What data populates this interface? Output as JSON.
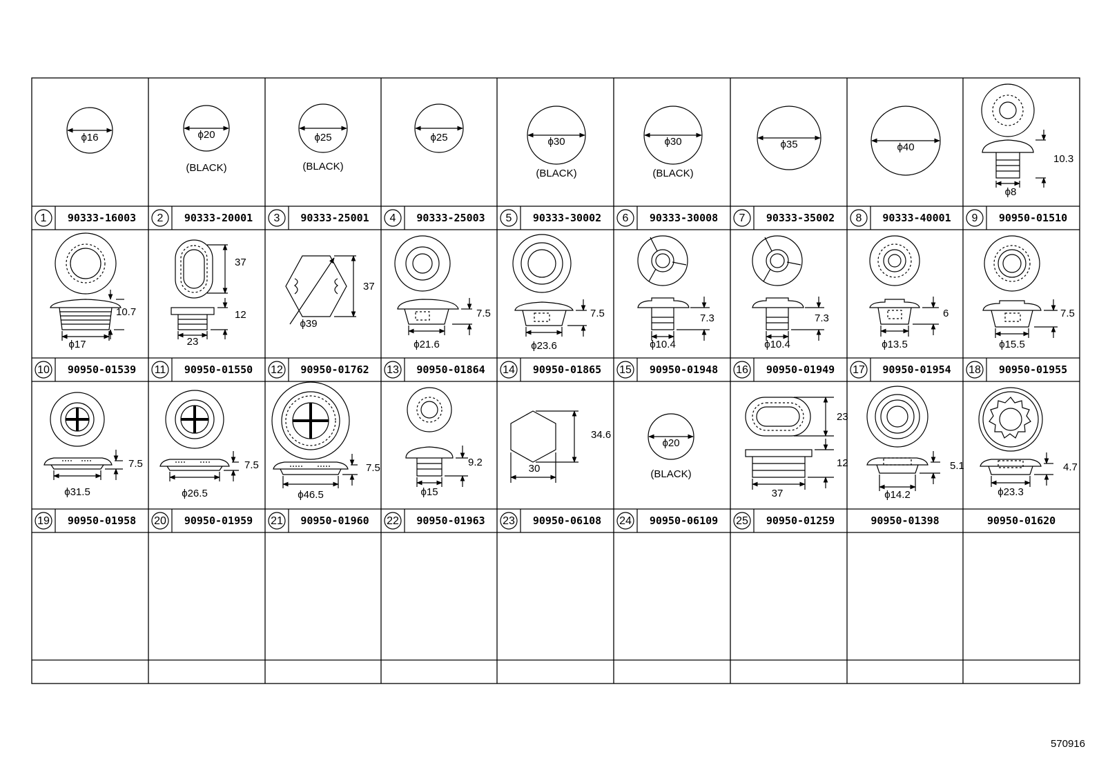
{
  "drawing_id": "570916",
  "rows": [
    {
      "cells": [
        {
          "num": "1",
          "part": "90333-16003",
          "dims": [
            "ϕ16"
          ],
          "note": ""
        },
        {
          "num": "2",
          "part": "90333-20001",
          "dims": [
            "ϕ20"
          ],
          "note": "(BLACK)"
        },
        {
          "num": "3",
          "part": "90333-25001",
          "dims": [
            "ϕ25"
          ],
          "note": "(BLACK)"
        },
        {
          "num": "4",
          "part": "90333-25003",
          "dims": [
            "ϕ25"
          ],
          "note": ""
        },
        {
          "num": "5",
          "part": "90333-30002",
          "dims": [
            "ϕ30"
          ],
          "note": "(BLACK)"
        },
        {
          "num": "6",
          "part": "90333-30008",
          "dims": [
            "ϕ30"
          ],
          "note": "(BLACK)"
        },
        {
          "num": "7",
          "part": "90333-35002",
          "dims": [
            "ϕ35"
          ],
          "note": ""
        },
        {
          "num": "8",
          "part": "90333-40001",
          "dims": [
            "ϕ40"
          ],
          "note": ""
        },
        {
          "num": "9",
          "part": "90950-01510",
          "dims": [
            "10.3",
            "ϕ8"
          ],
          "note": ""
        }
      ]
    },
    {
      "cells": [
        {
          "num": "10",
          "part": "90950-01539",
          "dims": [
            "10.7",
            "ϕ17"
          ],
          "note": ""
        },
        {
          "num": "11",
          "part": "90950-01550",
          "dims": [
            "37",
            "12",
            "23"
          ],
          "note": ""
        },
        {
          "num": "12",
          "part": "90950-01762",
          "dims": [
            "37",
            "ϕ39"
          ],
          "note": ""
        },
        {
          "num": "13",
          "part": "90950-01864",
          "dims": [
            "7.5",
            "ϕ21.6"
          ],
          "note": ""
        },
        {
          "num": "14",
          "part": "90950-01865",
          "dims": [
            "7.5",
            "ϕ23.6"
          ],
          "note": ""
        },
        {
          "num": "15",
          "part": "90950-01948",
          "dims": [
            "7.3",
            "ϕ10.4"
          ],
          "note": ""
        },
        {
          "num": "16",
          "part": "90950-01949",
          "dims": [
            "7.3",
            "ϕ10.4"
          ],
          "note": ""
        },
        {
          "num": "17",
          "part": "90950-01954",
          "dims": [
            "6",
            "ϕ13.5"
          ],
          "note": ""
        },
        {
          "num": "18",
          "part": "90950-01955",
          "dims": [
            "7.5",
            "ϕ15.5"
          ],
          "note": ""
        }
      ]
    },
    {
      "cells": [
        {
          "num": "19",
          "part": "90950-01958",
          "dims": [
            "7.5",
            "ϕ31.5"
          ],
          "note": ""
        },
        {
          "num": "20",
          "part": "90950-01959",
          "dims": [
            "7.5",
            "ϕ26.5"
          ],
          "note": ""
        },
        {
          "num": "21",
          "part": "90950-01960",
          "dims": [
            "7.5",
            "ϕ46.5"
          ],
          "note": ""
        },
        {
          "num": "22",
          "part": "90950-01963",
          "dims": [
            "9.2",
            "ϕ15"
          ],
          "note": ""
        },
        {
          "num": "23",
          "part": "90950-06108",
          "dims": [
            "34.6",
            "30"
          ],
          "note": ""
        },
        {
          "num": "24",
          "part": "90950-06109",
          "dims": [
            "ϕ20"
          ],
          "note": "(BLACK)"
        },
        {
          "num": "25",
          "part": "90950-01259",
          "dims": [
            "23",
            "12",
            "37"
          ],
          "note": ""
        },
        {
          "num": "",
          "part": "90950-01398",
          "dims": [
            "5.1",
            "ϕ14.2"
          ],
          "note": ""
        },
        {
          "num": "",
          "part": "90950-01620",
          "dims": [
            "4.7",
            "ϕ23.3"
          ],
          "note": ""
        }
      ]
    }
  ]
}
